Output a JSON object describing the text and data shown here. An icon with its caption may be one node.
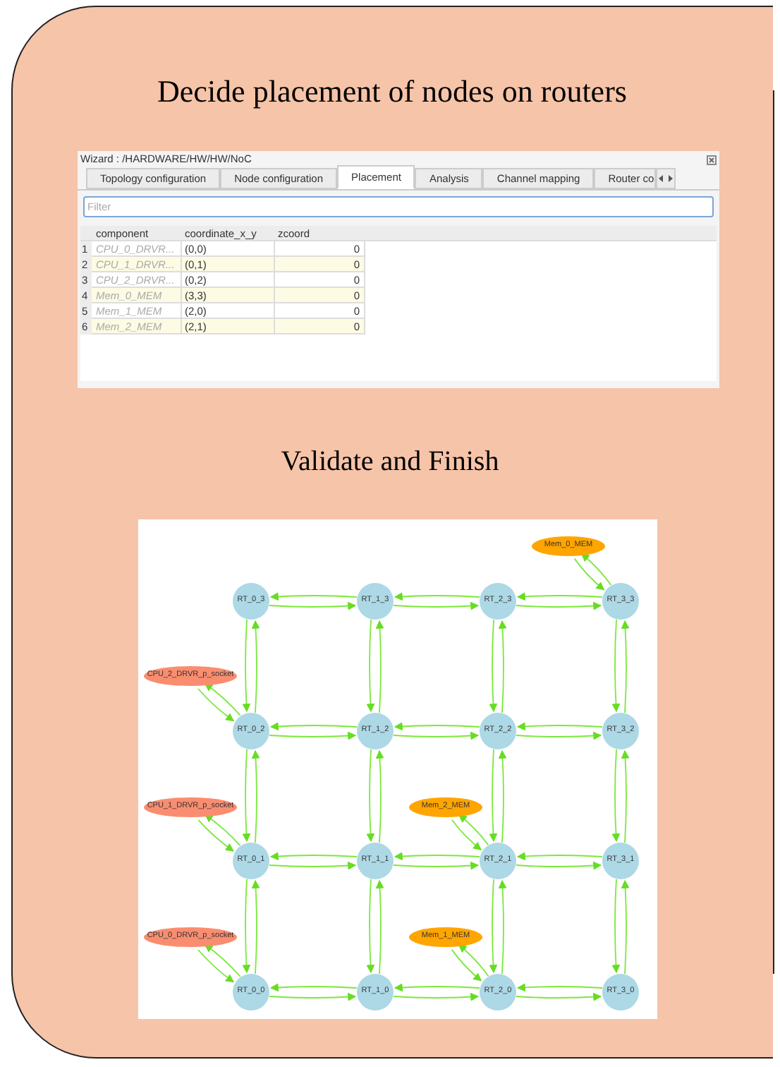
{
  "diagram": {
    "title": "Decide placement of nodes on routers",
    "nodes": [
      {
        "text": [
          "Mem_0_MEM"
        ]
      },
      {
        "text": [
          "RT_0_3"
        ]
      },
      {
        "text": [
          "RT_1_3"
        ]
      },
      {
        "text": [
          "RT_2_3"
        ]
      },
      {
        "text": [
          "RT_3_3"
        ]
      },
      {
        "text": [
          "CPU_2_DRVR_p_socket"
        ]
      },
      {
        "text": [
          "RT_0_2"
        ]
      },
      {
        "text": [
          "RT_1_2"
        ]
      },
      {
        "text": [
          "RT_2_2"
        ]
      },
      {
        "text": [
          "RT_3_2"
        ]
      },
      {
        "text": [
          "CPU_1_DRVR_p_socket"
        ]
      },
      {
        "text": [
          "Mem_2_MEM"
        ]
      },
      {
        "text": [
          "RT_0_1"
        ]
      },
      {
        "text": [
          "RT_1_1"
        ]
      },
      {
        "text": [
          "RT_2_1"
        ]
      },
      {
        "text": [
          "RT_3_1"
        ]
      },
      {
        "text": [
          "CPU_0_DRVR_p_socket"
        ]
      },
      {
        "text": [
          "Mem_1_MEM"
        ]
      },
      {
        "text": [
          "RT_0_0"
        ]
      },
      {
        "text": [
          "RT_1_0"
        ]
      },
      {
        "text": [
          "RT_2_0"
        ]
      },
      {
        "text": [
          "RT_3_0"
        ]
      }
    ],
    "edges": [
      {
        "from": 1,
        "to": 2,
        "arrow": "to"
      },
      {
        "from": 2,
        "to": 1,
        "arrow": "to"
      },
      {
        "from": 2,
        "to": 3,
        "arrow": "to"
      },
      {
        "from": 3,
        "to": 2,
        "arrow": "to"
      },
      {
        "from": 3,
        "to": 4,
        "arrow": "to"
      },
      {
        "from": 4,
        "to": 3,
        "arrow": "to"
      },
      {
        "from": 6,
        "to": 7,
        "arrow": "to"
      },
      {
        "from": 7,
        "to": 6,
        "arrow": "to"
      },
      {
        "from": 7,
        "to": 8,
        "arrow": "to"
      },
      {
        "from": 8,
        "to": 7,
        "arrow": "to"
      },
      {
        "from": 8,
        "to": 9,
        "arrow": "to"
      },
      {
        "from": 9,
        "to": 8,
        "arrow": "to"
      },
      {
        "from": 12,
        "to": 13,
        "arrow": "to"
      },
      {
        "from": 13,
        "to": 12,
        "arrow": "to"
      },
      {
        "from": 13,
        "to": 14,
        "arrow": "to"
      },
      {
        "from": 14,
        "to": 13,
        "arrow": "to"
      },
      {
        "from": 14,
        "to": 15,
        "arrow": "to"
      },
      {
        "from": 15,
        "to": 14,
        "arrow": "to"
      },
      {
        "from": 18,
        "to": 19,
        "arrow": "to"
      },
      {
        "from": 19,
        "to": 18,
        "arrow": "to"
      },
      {
        "from": 19,
        "to": 20,
        "arrow": "to"
      },
      {
        "from": 20,
        "to": 19,
        "arrow": "to"
      },
      {
        "from": 20,
        "to": 21,
        "arrow": "to"
      },
      {
        "from": 21,
        "to": 20,
        "arrow": "to"
      },
      {
        "from": 1,
        "to": 6,
        "arrow": "to"
      },
      {
        "from": 6,
        "to": 1,
        "arrow": "to"
      },
      {
        "from": 6,
        "to": 12,
        "arrow": "to"
      },
      {
        "from": 12,
        "to": 6,
        "arrow": "to"
      },
      {
        "from": 12,
        "to": 18,
        "arrow": "to"
      },
      {
        "from": 18,
        "to": 12,
        "arrow": "to"
      },
      {
        "from": 2,
        "to": 7,
        "arrow": "to"
      },
      {
        "from": 7,
        "to": 2,
        "arrow": "to"
      },
      {
        "from": 7,
        "to": 13,
        "arrow": "to"
      },
      {
        "from": 13,
        "to": 7,
        "arrow": "to"
      },
      {
        "from": 13,
        "to": 19,
        "arrow": "to"
      },
      {
        "from": 19,
        "to": 13,
        "arrow": "to"
      },
      {
        "from": 3,
        "to": 8,
        "arrow": "to"
      },
      {
        "from": 8,
        "to": 3,
        "arrow": "to"
      },
      {
        "from": 8,
        "to": 14,
        "arrow": "to"
      },
      {
        "from": 14,
        "to": 8,
        "arrow": "to"
      },
      {
        "from": 14,
        "to": 20,
        "arrow": "to"
      },
      {
        "from": 20,
        "to": 14,
        "arrow": "to"
      },
      {
        "from": 4,
        "to": 9,
        "arrow": "to"
      },
      {
        "from": 9,
        "to": 4,
        "arrow": "to"
      },
      {
        "from": 9,
        "to": 15,
        "arrow": "to"
      },
      {
        "from": 15,
        "to": 9,
        "arrow": "to"
      },
      {
        "from": 15,
        "to": 21,
        "arrow": "to"
      },
      {
        "from": 21,
        "to": 15,
        "arrow": "to"
      },
      {
        "from": 0,
        "to": 4,
        "arrow": "to"
      },
      {
        "from": 4,
        "to": 0,
        "arrow": "to"
      },
      {
        "from": 5,
        "to": 6,
        "arrow": "to"
      },
      {
        "from": 6,
        "to": 5,
        "arrow": "to"
      },
      {
        "from": 10,
        "to": 12,
        "arrow": "to"
      },
      {
        "from": 12,
        "to": 10,
        "arrow": "to"
      },
      {
        "from": 11,
        "to": 14,
        "arrow": "to"
      },
      {
        "from": 14,
        "to": 11,
        "arrow": "to"
      },
      {
        "from": 16,
        "to": 18,
        "arrow": "to"
      },
      {
        "from": 18,
        "to": 16,
        "arrow": "to"
      },
      {
        "from": 17,
        "to": 20,
        "arrow": "to"
      },
      {
        "from": 20,
        "to": 17,
        "arrow": "to"
      }
    ],
    "labels": [
      "Wizard : /HARDWARE/HW/HW/NoC",
      "Topology configuration",
      "Node configuration",
      "Placement",
      "Analysis",
      "Channel mapping",
      "Router co",
      "Filter",
      "component",
      "coordinate_x_y",
      "zcoord",
      "1",
      "CPU_0_DRVR...",
      "(0,0)",
      "0",
      "2",
      "CPU_1_DRVR...",
      "(0,1)",
      "0",
      "3",
      "CPU_2_DRVR...",
      "(0,2)",
      "0",
      "4",
      "Mem_0_MEM",
      "(3,3)",
      "0",
      "5",
      "Mem_1_MEM",
      "(2,0)",
      "0",
      "6",
      "Mem_2_MEM",
      "(2,1)",
      "0",
      "Validate and Finish"
    ]
  }
}
